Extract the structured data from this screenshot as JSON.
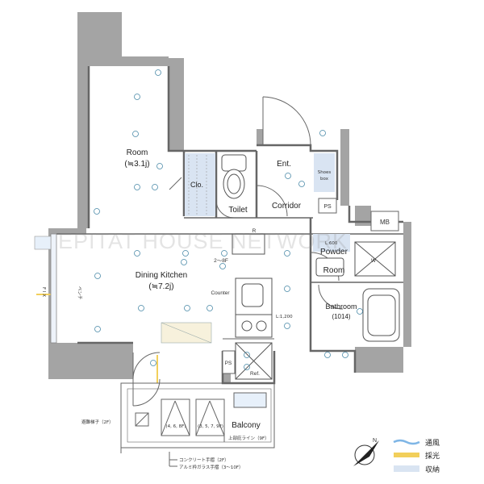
{
  "rooms": {
    "room": {
      "name": "Room",
      "size": "(≒3.1j)"
    },
    "dining_kitchen": {
      "name": "Dining Kitchen",
      "size": "(≒7.2j)"
    },
    "bathroom": {
      "name": "Bathroom",
      "size": "(1014)"
    },
    "powder_room": {
      "line1": "Powder",
      "line2": "Room"
    },
    "toilet": "Toilet",
    "corridor": "Corridor",
    "entrance": "Ent.",
    "balcony": "Balcony",
    "closet": "Clo.",
    "shoes_box": {
      "line1": "Shoes",
      "line2": "box"
    }
  },
  "labels": {
    "ps_top": "PS",
    "ps_bottom": "PS",
    "mb": "MB",
    "counter": "Counter",
    "ref": "Ref.",
    "w": "W",
    "r": "R",
    "height_range": "2～8F",
    "l600": "L:600",
    "l1200": "L:1,200",
    "bench": "ベンチ",
    "fix": "F I X",
    "balcony_options": [
      "(4, 6, 8F)",
      "(3, 5, 7, 9F)"
    ],
    "evac_ladder": "避難梯子（2F）",
    "upper_limit": "上部庇ライン（9F）",
    "handrail_1": "コンクリート手摺（2F）",
    "handrail_2": "アルミ枠ガラス手摺（3～10F）"
  },
  "watermark": "EPITAT HOUSE NETWORK",
  "legend": {
    "items": [
      {
        "label": "通風",
        "color": "#7fb6e6"
      },
      {
        "label": "採光",
        "color": "#f2cf5b"
      },
      {
        "label": "収納",
        "color": "#d9e4f2"
      }
    ]
  },
  "compass": {
    "label": "N"
  }
}
